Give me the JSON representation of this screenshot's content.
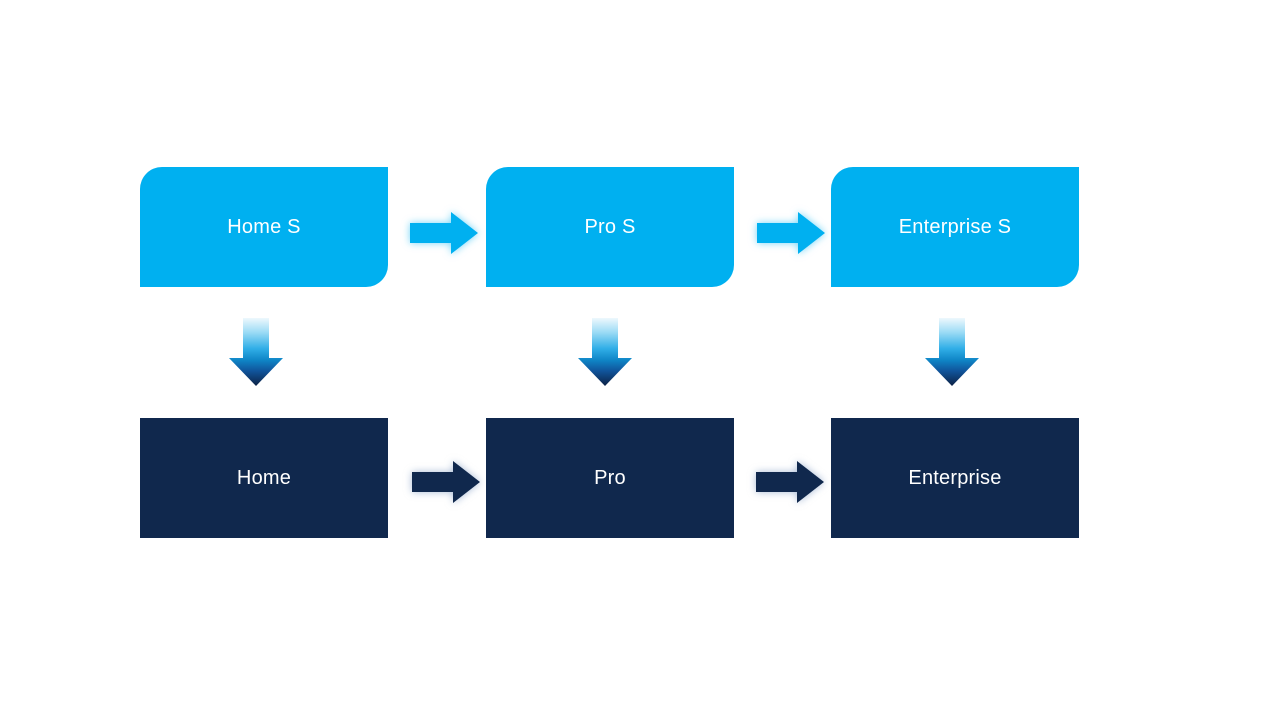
{
  "diagram": {
    "nodes": {
      "top_row": [
        {
          "label": "Home S"
        },
        {
          "label": "Pro S"
        },
        {
          "label": "Enterprise S"
        }
      ],
      "bottom_row": [
        {
          "label": "Home"
        },
        {
          "label": "Pro"
        },
        {
          "label": "Enterprise"
        }
      ]
    },
    "connectors": {
      "right_arrow_icon": "→",
      "down_arrow_icon": "↓"
    },
    "colors": {
      "light_blue": "#00b0f0",
      "dark_navy": "#10284d",
      "text": "#ffffff",
      "background": "#ffffff",
      "light_glow": "rgba(0,176,240,0.55)",
      "dark_glow": "rgba(110,140,185,0.6)",
      "down_arrow_gradient": [
        "#eef8fd",
        "#a0ddf6",
        "#30aee7",
        "#0f85c6",
        "#10549b",
        "#0c2144"
      ]
    }
  }
}
